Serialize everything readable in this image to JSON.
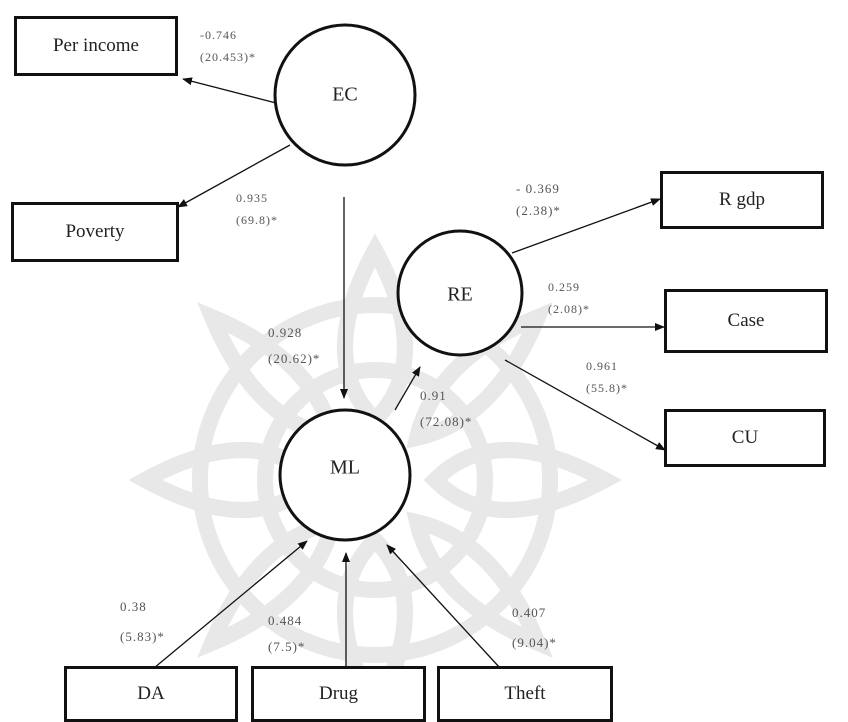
{
  "colors": {
    "stroke": "#111111",
    "coefficient_text": "#555555",
    "watermark": "#e6e6e6"
  },
  "latent_variables": {
    "ec": {
      "label": "EC"
    },
    "re": {
      "label": "RE"
    },
    "ml": {
      "label": "ML"
    }
  },
  "indicators": {
    "per_income": "Per income",
    "poverty": "Poverty",
    "r_gdp": "R gdp",
    "case": "Case",
    "cu": "CU",
    "da": "DA",
    "drug": "Drug",
    "theft": "Theft"
  },
  "paths": {
    "ec_per_income": {
      "coef": "-0.746",
      "tstat": "(20.453)*"
    },
    "ec_poverty": {
      "coef": "0.935",
      "tstat": "(69.8)*"
    },
    "ec_ml": {
      "coef": "0.928",
      "tstat": "(20.62)*"
    },
    "ml_re": {
      "coef": "0.91",
      "tstat": "(72.08)*"
    },
    "re_r_gdp": {
      "coef": "- 0.369",
      "tstat": "(2.38)*"
    },
    "re_case": {
      "coef": "0.259",
      "tstat": "(2.08)*"
    },
    "re_cu": {
      "coef": "0.961",
      "tstat": "(55.8)*"
    },
    "da_ml": {
      "coef": "0.38",
      "tstat": "(5.83)*"
    },
    "drug_ml": {
      "coef": "0.484",
      "tstat": "(7.5)*"
    },
    "theft_ml": {
      "coef": "0.407",
      "tstat": "(9.04)*"
    }
  }
}
